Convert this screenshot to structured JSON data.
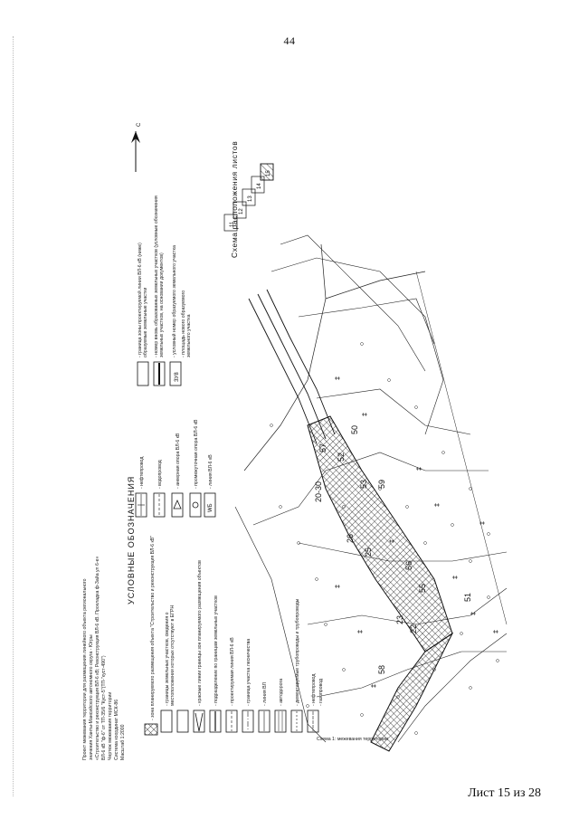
{
  "page_number": "44",
  "sheet_label": "Лист 15 из 28",
  "header_note": {
    "lines": [
      "Проект межевания территории для размещения линейного объекта регионального",
      "значения Ханты-Мансийского автономного округа - Югры",
      "«Строительство и реконструкция ВЛ-6 кВ; Реконструкция ВЛ-6 кВ. Прокладка ф-Зайа ул 6-е»",
      "ВЛ-6 кВ \"ф-6\" от ТП-35/6 \"Куст-5\"(ТП-\"куст-490\")",
      "Чертеж межевания территории",
      "Система координат МСК-86",
      "Масштаб 1:2000"
    ]
  },
  "legend": {
    "title": "УСЛОВНЫЕ ОБОЗНАЧЕНИЯ",
    "col1": [
      "- зона планируемого размещения объекта \"Строительство и реконструкция ВЛ-6 кВ\"",
      "- границы земельных участков, сведения о",
      "  местоположении которых отсутствуют в ЕГРН",
      "- красные линии границы зон планируемого размещения объектов",
      "- подразделение по границам земельных участков",
      "- проектируемая линия ВЛ-6 кВ",
      "- граница участка лесничества",
      "- линия ВЛ",
      "- автодорога",
      "- демонтируемые трубопроводы и трубопроводы",
      "- нефтепровод",
      "- газопровод"
    ],
    "col2": [
      "- нефтепровод",
      "- водопровод",
      "- анкерная опора ВЛ-6 кВ",
      "- промежуточная опора ВЛ-6 кВ",
      "- линия ВЛ-6 кВ"
    ],
    "col2_codes": [
      "WБ"
    ],
    "col3": [
      "- граница зоны проектируемой линии ВЛ-6 кВ (ниже)",
      "  образуемые земельные участки",
      "- номер вновь образованных земельных участков (условные обозначения",
      "  земельных участков, на основании документов)",
      "- условный номер образуемого земельного участка",
      "- площадь нового образуемого",
      "  земельного участка"
    ],
    "col3_code": "ЗУ8"
  },
  "map": {
    "numbers": [
      "20-30",
      "26",
      "25",
      "59",
      "56",
      "55",
      "23",
      "22",
      "58",
      "51",
      "57",
      "52",
      "53",
      "50"
    ],
    "footer_caption": "Схема 1: межевания территории"
  },
  "scheme": {
    "title": "Схема расположения листов",
    "cells": [
      "11",
      "12",
      "13",
      "14",
      "15"
    ]
  },
  "north_label": "С"
}
